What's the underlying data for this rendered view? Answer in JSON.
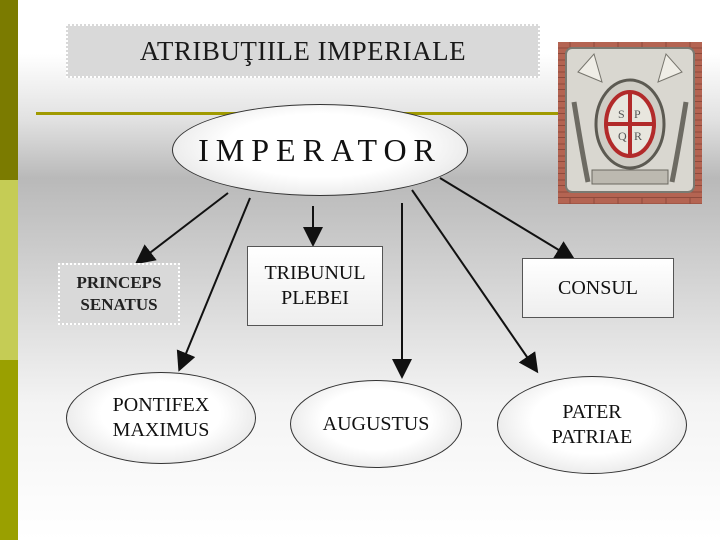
{
  "title": "ATRIBUŢIILE  IMPERIALE",
  "root": "IMPERATOR",
  "nodes": {
    "princeps": "PRINCEPS\nSENATUS",
    "tribunul": "TRIBUNUL\nPLEBEI",
    "consul": "CONSUL",
    "pontifex": "PONTIFEX\nMAXIMUS",
    "augustus": "AUGUSTUS",
    "pater": "PATER\nPATRIAE"
  },
  "colors": {
    "stripe_dark": "#7b7b00",
    "stripe_light": "#c5cc55",
    "rule": "#a09a00"
  },
  "image": "roman-coat-of-arms-relief-photo"
}
